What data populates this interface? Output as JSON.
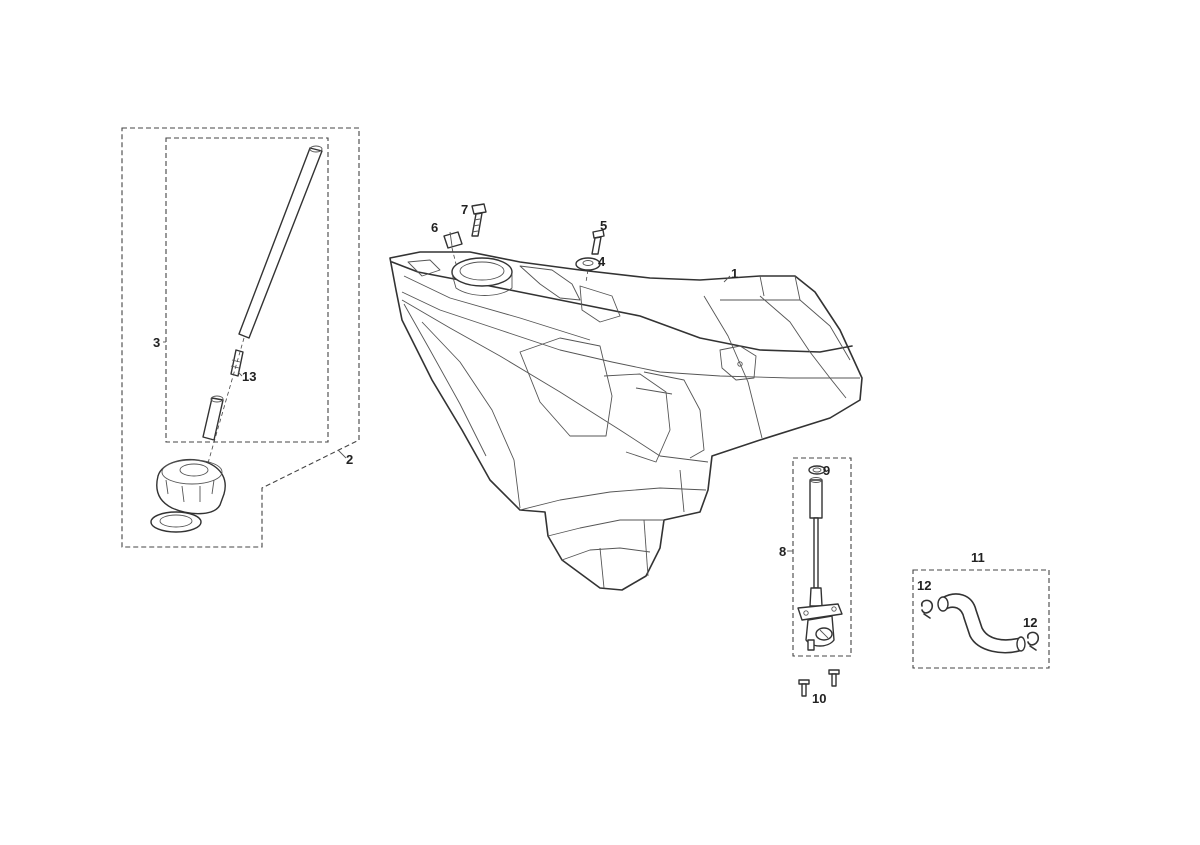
{
  "callouts": {
    "c1": "1",
    "c2": "2",
    "c3": "3",
    "c4": "4",
    "c5": "5",
    "c6": "6",
    "c7": "7",
    "c8": "8",
    "c9": "9",
    "c10": "10",
    "c11": "11",
    "c12a": "12",
    "c12b": "12",
    "c13": "13"
  },
  "colors": {
    "line": "#333333",
    "background": "#ffffff"
  }
}
